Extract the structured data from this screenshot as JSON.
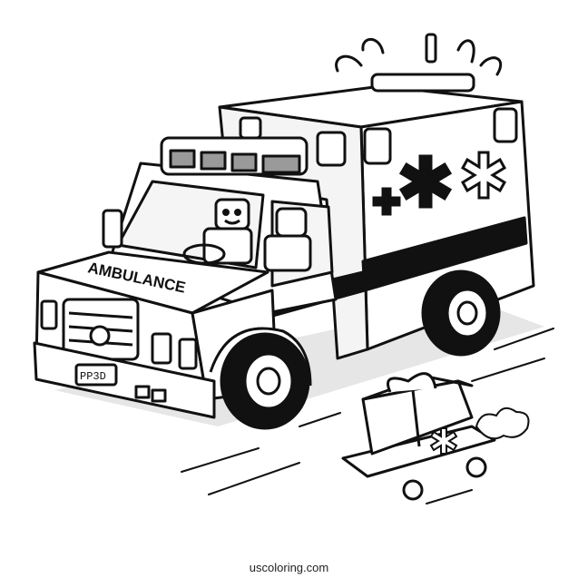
{
  "illustration": {
    "vehicle_lettering": "AMBULANCE",
    "plate_text": "PP3D",
    "watermark": "uscoloring.com"
  },
  "colors": {
    "ink": "#111111",
    "paper": "#ffffff",
    "shade": "#e3e3e3",
    "gray": "#9a9a9a"
  }
}
